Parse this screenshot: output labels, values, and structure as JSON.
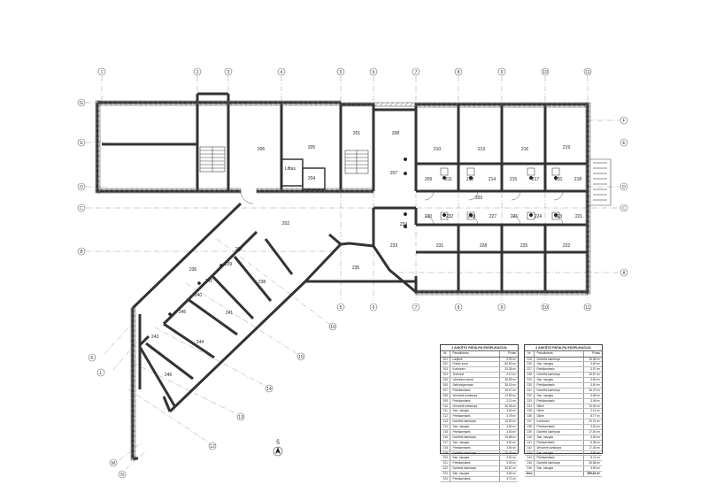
{
  "grid": {
    "top_numbers": [
      "1",
      "2",
      "3",
      "4",
      "5",
      "6",
      "7",
      "8",
      "9",
      "10",
      "11"
    ],
    "mid_numbers": [
      "5",
      "6",
      "7",
      "8",
      "9",
      "10",
      "11"
    ],
    "left_letters": [
      "G",
      "E",
      "D",
      "C",
      "B"
    ],
    "right_letters": [
      "F",
      "E",
      "D",
      "C",
      "A"
    ],
    "diagonal_numbers": [
      "16",
      "15",
      "14",
      "13",
      "12"
    ],
    "diagonal_letters": [
      "K",
      "L",
      "M",
      "N"
    ]
  },
  "rooms": [
    "201",
    "202",
    "203",
    "204",
    "205",
    "206",
    "207",
    "208",
    "209",
    "210",
    "211",
    "212",
    "213",
    "214",
    "215",
    "216",
    "217",
    "218",
    "219",
    "220",
    "221",
    "222",
    "223",
    "224",
    "225",
    "226",
    "227",
    "228",
    "229",
    "230",
    "231",
    "232",
    "233",
    "234",
    "235",
    "236",
    "237",
    "238",
    "239",
    "240",
    "241",
    "242",
    "243",
    "244",
    "245",
    "246"
  ],
  "labels": {
    "lift": "Liftas",
    "north": "Š"
  },
  "table_left": {
    "title": "2 AUKŠTO PATALPŲ EKSPLIKACIJA",
    "headers": [
      "Nr.",
      "Pavadinimas",
      "Plotas"
    ],
    "rows": [
      [
        "201",
        "Laiptinė",
        "9.93 m²"
      ],
      [
        "202",
        "Poilsio zona",
        "84.93 m²"
      ],
      [
        "203",
        "Koridorius",
        "25.38 m²"
      ],
      [
        "204",
        "Techninė",
        "4.10 m²"
      ],
      [
        "205",
        "Užimtumo kamb.",
        "26.55 m²"
      ],
      [
        "206",
        "Salė/valgomasis",
        "35.15 m²"
      ],
      [
        "207",
        "Prieškambaris",
        "16.07 m²"
      ],
      [
        "208",
        "Vienvietė kambarys",
        "13.69 m²"
      ],
      [
        "209",
        "Prieškambaris",
        "3.21 m²"
      ],
      [
        "210",
        "Vienvietė kambarys",
        "16.38 m²"
      ],
      [
        "211",
        "San. mazgas",
        "3.63 m²"
      ],
      [
        "212",
        "Prieškambaris",
        "3.78 m²"
      ],
      [
        "213",
        "Dvivietis kambarys",
        "15.90 m²"
      ],
      [
        "214",
        "San. mazgas",
        "3.60 m²"
      ],
      [
        "215",
        "Prieškambaris",
        "3.63 m²"
      ],
      [
        "216",
        "Dvivietis kambarys",
        "15.68 m²"
      ],
      [
        "217",
        "San. mazgas",
        "3.60 m²"
      ],
      [
        "218",
        "Prieškambaris",
        "3.54 m²"
      ],
      [
        "219",
        "Dvivietis kambarys",
        "15.43 m²"
      ],
      [
        "220",
        "San. mazgas",
        "3.61 m²"
      ],
      [
        "221",
        "Prieškambaris",
        "3.09 m²"
      ],
      [
        "222",
        "Dvivietis kambarys",
        "15.87 m²"
      ],
      [
        "223",
        "San. mazgas",
        "3.63 m²"
      ],
      [
        "224",
        "Prieškambaris",
        "3.71 m²"
      ]
    ]
  },
  "table_right": {
    "title": "2 AUKŠTO PATALPŲ EKSPLIKACIJA",
    "headers": [
      "Nr.",
      "Pavadinimas",
      "Plotas"
    ],
    "rows": [
      [
        "225",
        "Dvivietis kambarys",
        "16.58 m²"
      ],
      [
        "226",
        "San. mazgas",
        "3.60 m²"
      ],
      [
        "227",
        "Prieškambaris",
        "3.57 m²"
      ],
      [
        "228",
        "Dvivietis kambarys",
        "15.87 m²"
      ],
      [
        "229",
        "San. mazgas",
        "3.60 m²"
      ],
      [
        "230",
        "Prieškambaris",
        "3.60 m²"
      ],
      [
        "231",
        "Dvivietis kambarys",
        "16.47 m²"
      ],
      [
        "232",
        "San. mazgas",
        "3.68 m²"
      ],
      [
        "233",
        "Prieškambaris",
        "3.46 m²"
      ],
      [
        "234",
        "Ūkinė",
        "10.54 m²"
      ],
      [
        "235",
        "Ūkinė",
        "2.14 m²"
      ],
      [
        "236",
        "Ūkinė",
        "8.77 m²"
      ],
      [
        "237",
        "Koridorius",
        "20.21 m²"
      ],
      [
        "238",
        "Prieškambaris",
        "3.65 m²"
      ],
      [
        "239",
        "Dvivietis kambarys",
        "17.60 m²"
      ],
      [
        "240",
        "San. mazgas",
        "3.60 m²"
      ],
      [
        "241",
        "Prieškambaris",
        "5.38 m²"
      ],
      [
        "242",
        "Vienvietė kambarys",
        "17.40 m²"
      ],
      [
        "243",
        "San. mazgas",
        "3.60 m²"
      ],
      [
        "244",
        "Prieškambaris",
        "5.11 m²"
      ],
      [
        "245",
        "Dvivietis kambarys",
        "26.88 m²"
      ],
      [
        "246",
        "San. mazgas",
        "3.60 m²"
      ],
      [
        "Viso:",
        "",
        "599.84 m²"
      ]
    ]
  }
}
